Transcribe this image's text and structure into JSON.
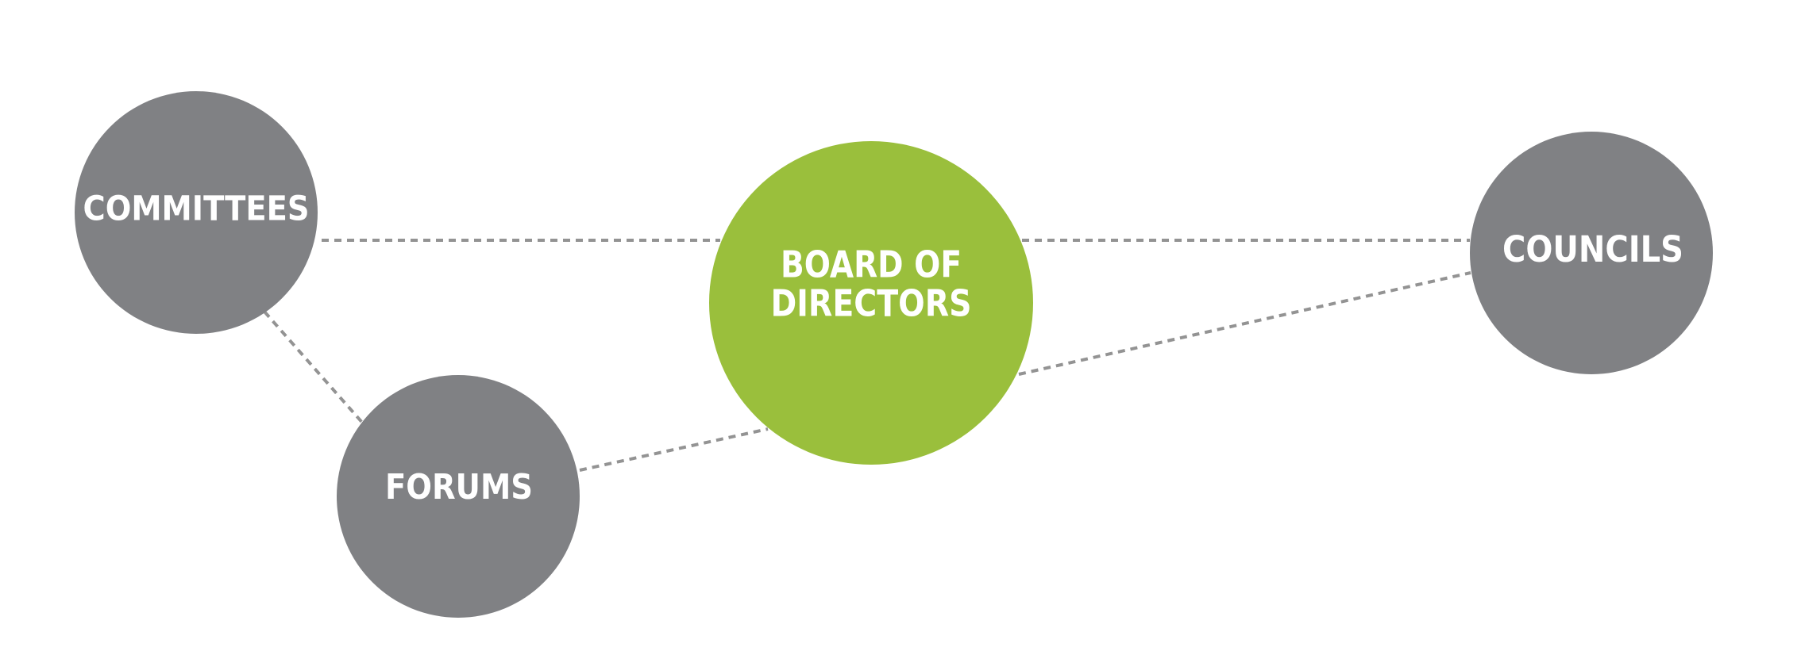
{
  "colors": {
    "secondary_node": "#808184",
    "primary_node": "#9abf3c",
    "connector": "#939393",
    "label": "#ffffff"
  },
  "nodes": {
    "committees": {
      "label": "COMMITTEES"
    },
    "forums": {
      "label": "FORUMS"
    },
    "board": {
      "label_line1": "BOARD OF",
      "label_line2": "DIRECTORS"
    },
    "councils": {
      "label": "COUNCILS"
    }
  }
}
